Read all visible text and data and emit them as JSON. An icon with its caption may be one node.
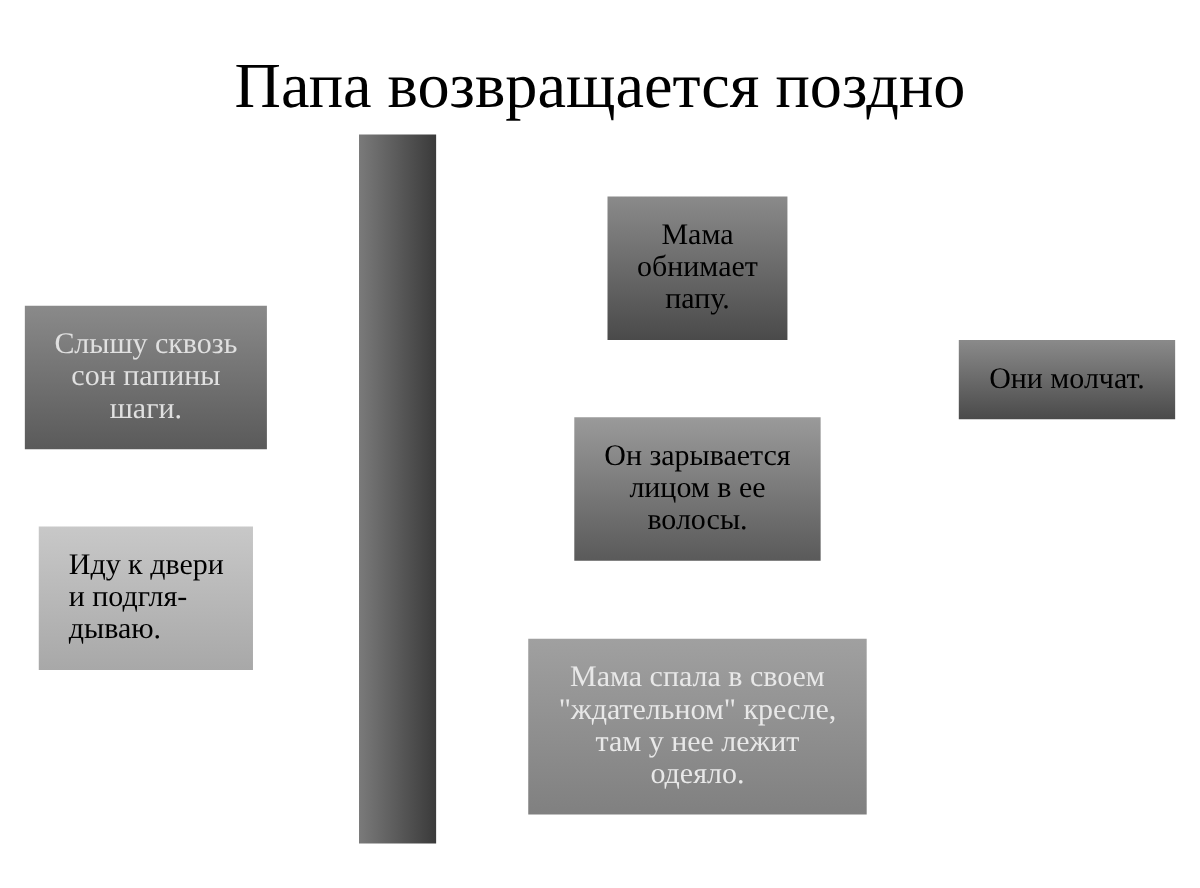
{
  "diagram": {
    "title": "Папа возвращается поздно",
    "nodes": [
      {
        "text": [
          "Слышу сквозь сон папины шаги."
        ]
      },
      {
        "text": [],
        "shape": "bar"
      },
      {
        "text": [
          "Мама обнимает папу."
        ]
      },
      {
        "text": [
          "Они молчат."
        ]
      },
      {
        "text": [
          "Иду к двери и подгля-дываю."
        ]
      },
      {
        "text": [
          "Он зарывается лицом в ее волосы."
        ]
      },
      {
        "text": [
          "Мама спала в своем \"ждательном\" кресле, там у нее лежит одеяло."
        ]
      }
    ]
  }
}
